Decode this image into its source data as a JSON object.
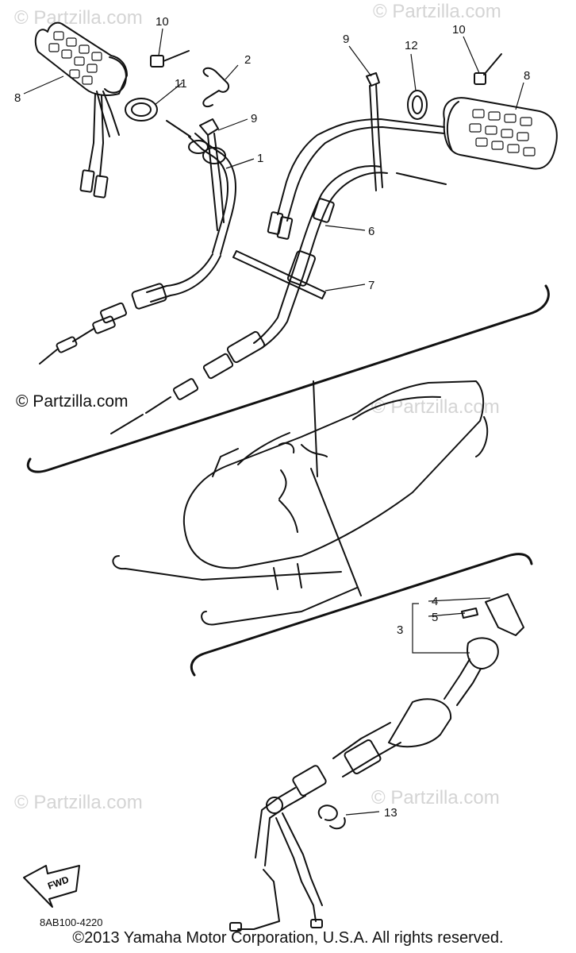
{
  "watermarks": {
    "brand_faint": "© Partzilla.com",
    "brand_dark": "© Partzilla.com"
  },
  "callouts": {
    "c1": "1",
    "c2": "2",
    "c3": "3",
    "c4": "4",
    "c5": "5",
    "c6": "6",
    "c7": "7",
    "c8_left": "8",
    "c8_right": "8",
    "c9_left": "9",
    "c9_right": "9",
    "c10_left": "10",
    "c10_right": "10",
    "c11": "11",
    "c12": "12",
    "c13": "13"
  },
  "fwd_label": "FWD",
  "part_number": "8AB100-4220",
  "copyright": "©2013 Yamaha Motor Corporation, U.S.A. All rights reserved."
}
